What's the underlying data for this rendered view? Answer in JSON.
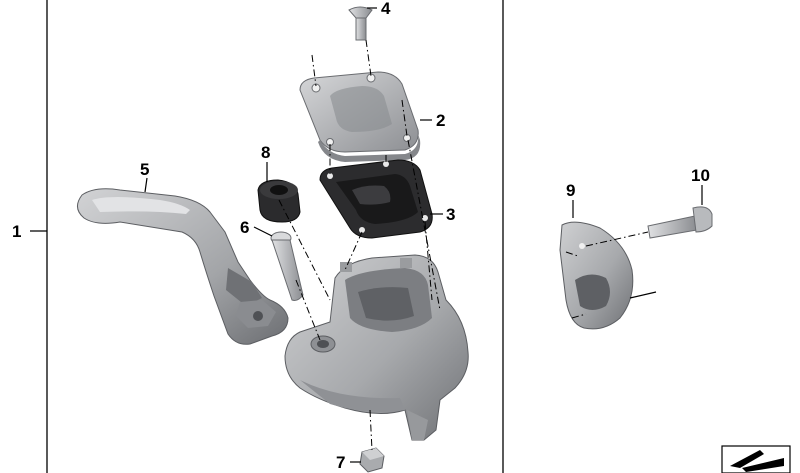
{
  "colors": {
    "part_light": "#c9cacc",
    "part_mid": "#a9abae",
    "part_dark": "#7f8185",
    "part_shadow": "#5e6064",
    "rubber": "#2b2b2d",
    "rubber_dark": "#161617",
    "line": "#000000"
  },
  "callouts": {
    "c1": "1",
    "c2": "2",
    "c3": "3",
    "c4": "4",
    "c5": "5",
    "c6": "6",
    "c7": "7",
    "c8": "8",
    "c9": "9",
    "c10": "10"
  },
  "parts": [
    {
      "ref": "1",
      "icon": "brake-fitting-assembly"
    },
    {
      "ref": "2",
      "icon": "reservoir-cover"
    },
    {
      "ref": "3",
      "icon": "diaphragm-gasket"
    },
    {
      "ref": "4",
      "icon": "countersunk-screw"
    },
    {
      "ref": "5",
      "icon": "hand-lever"
    },
    {
      "ref": "6",
      "icon": "pivot-pin"
    },
    {
      "ref": "7",
      "icon": "hex-nut"
    },
    {
      "ref": "8",
      "icon": "rubber-grommet"
    },
    {
      "ref": "9",
      "icon": "clamp-half-shell"
    },
    {
      "ref": "10",
      "icon": "clamp-bolt"
    }
  ],
  "corner_icon": "diagram-symbol-icon"
}
